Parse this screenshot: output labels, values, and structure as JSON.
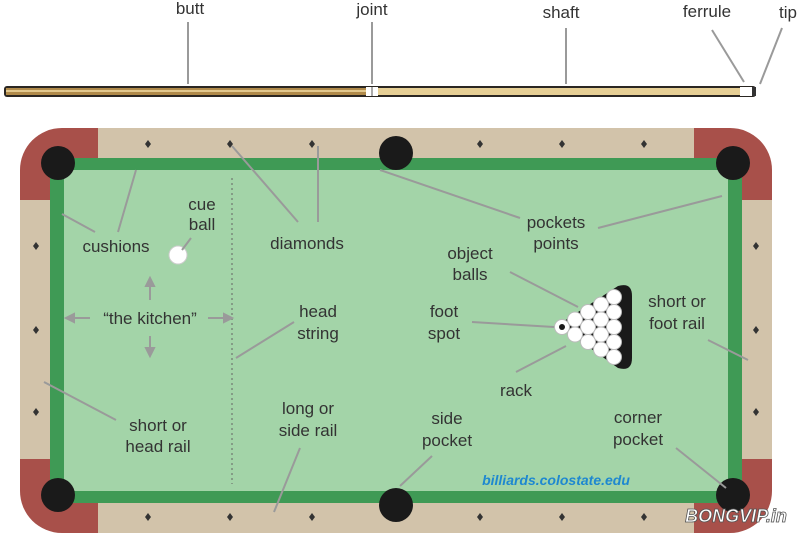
{
  "cue_labels": {
    "butt": "butt",
    "joint": "joint",
    "shaft": "shaft",
    "ferrule": "ferrule",
    "tip": "tip"
  },
  "table_labels": {
    "cue_ball": [
      "cue",
      "ball"
    ],
    "cushions": "cushions",
    "diamonds": "diamonds",
    "pockets_points": [
      "pockets",
      "points"
    ],
    "object_balls": [
      "object",
      "balls"
    ],
    "short_foot_rail": [
      "short or",
      "foot rail"
    ],
    "the_kitchen": "“the kitchen”",
    "head_string": [
      "head",
      "string"
    ],
    "foot_spot": [
      "foot",
      "spot"
    ],
    "rack": "rack",
    "short_head_rail": [
      "short or",
      "head rail"
    ],
    "long_side_rail": [
      "long or",
      "side rail"
    ],
    "side_pocket": [
      "side",
      "pocket"
    ],
    "corner_pocket": [
      "corner",
      "pocket"
    ]
  },
  "credit": "billiards.colostate.edu",
  "watermark": "BONGVIP.in",
  "colors": {
    "felt": "#a3d4a8",
    "cushion": "#3f9a55",
    "rail_wood": "#d2c3aa",
    "rail_corner": "#a8504a",
    "pocket": "#1a1a1a",
    "credit": "#1e88d0",
    "cue_wood": "#c8a96a"
  }
}
